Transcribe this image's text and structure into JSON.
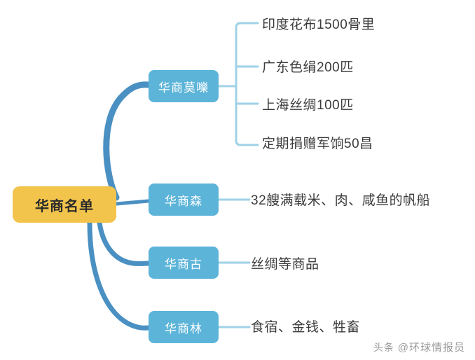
{
  "diagram": {
    "type": "mindmap",
    "title": "华商名单",
    "root": {
      "label": "华商名单",
      "color": "#f2c44c",
      "text_color": "#2b2b2b"
    },
    "branch_color": "#5cb4d9",
    "connector_color": "#4a90c2",
    "subconnector_color": "#9fd2e6",
    "leaf_text_color": "#3b3b3b",
    "branches": [
      {
        "label": "华商莫嚛",
        "children": [
          "印度花布1500骨里",
          "广东色绢200匹",
          "上海丝绸100匹",
          "定期捐赠军饷50昌"
        ]
      },
      {
        "label": "华商森",
        "children": [
          "32艘满载米、肉、咸鱼的帆船"
        ]
      },
      {
        "label": "华商古",
        "children": [
          "丝绸等商品"
        ]
      },
      {
        "label": "华商林",
        "children": [
          "食宿、金钱、牲畜"
        ]
      }
    ]
  },
  "watermark": {
    "platform": "头条",
    "handle": "@环球情报员"
  }
}
